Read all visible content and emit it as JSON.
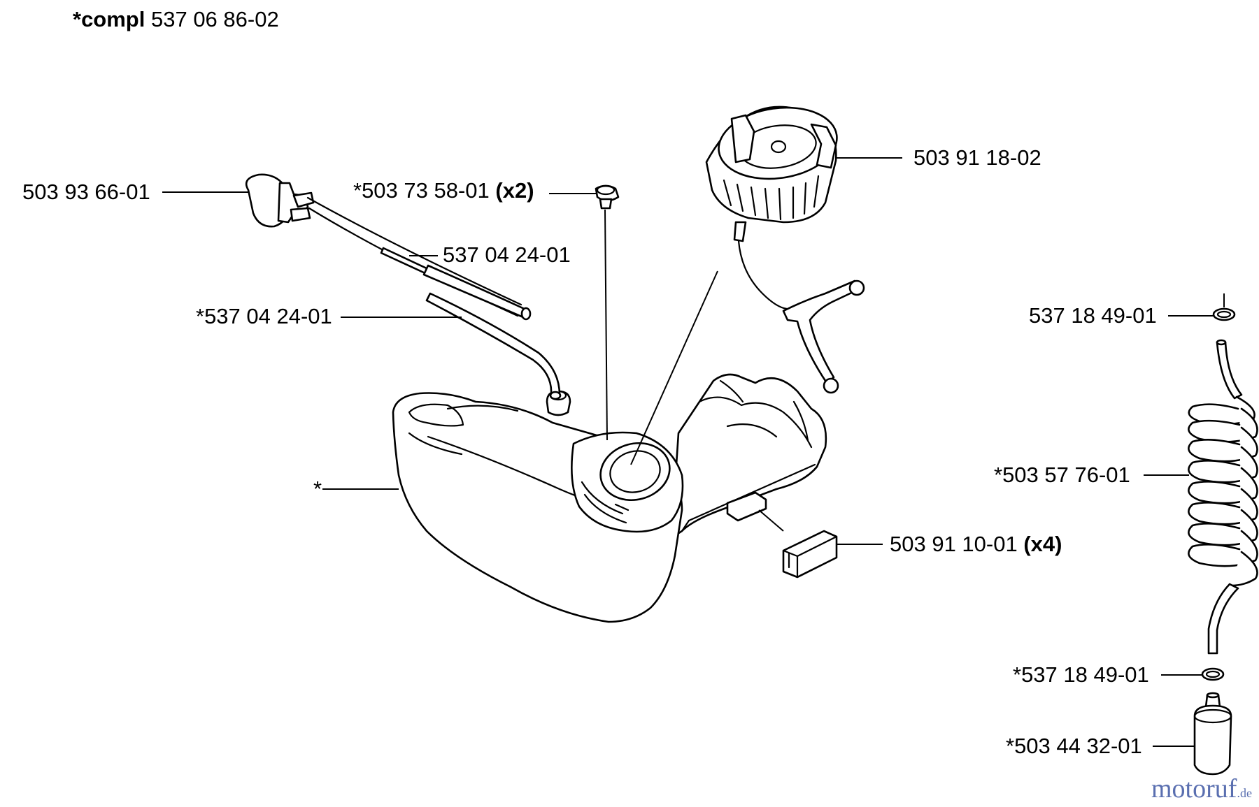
{
  "title": {
    "prefix": "*compl",
    "number": "537 06 86-02"
  },
  "labels": {
    "primer_bulb": "503 93 66-01",
    "grommet": {
      "number": "*503 73 58-01",
      "qty": "(x2)"
    },
    "hose_upper": "537 04 24-01",
    "hose_lower": "*537 04 24-01",
    "tank": "*",
    "fuel_cap": "503 91 18-02",
    "rubber_pad": {
      "number": "503 91 10-01",
      "qty": "(x4)"
    },
    "o_ring_top": "537 18 49-01",
    "spiral_hose": "*503 57 76-01",
    "o_ring_bottom": "*537 18 49-01",
    "fuel_filter": "*503 44 32-01"
  },
  "watermark": {
    "text": "motoruf",
    "suffix": ".de"
  },
  "colors": {
    "ink": "#000000",
    "paper": "#ffffff",
    "watermark": "#5a6fb0"
  }
}
